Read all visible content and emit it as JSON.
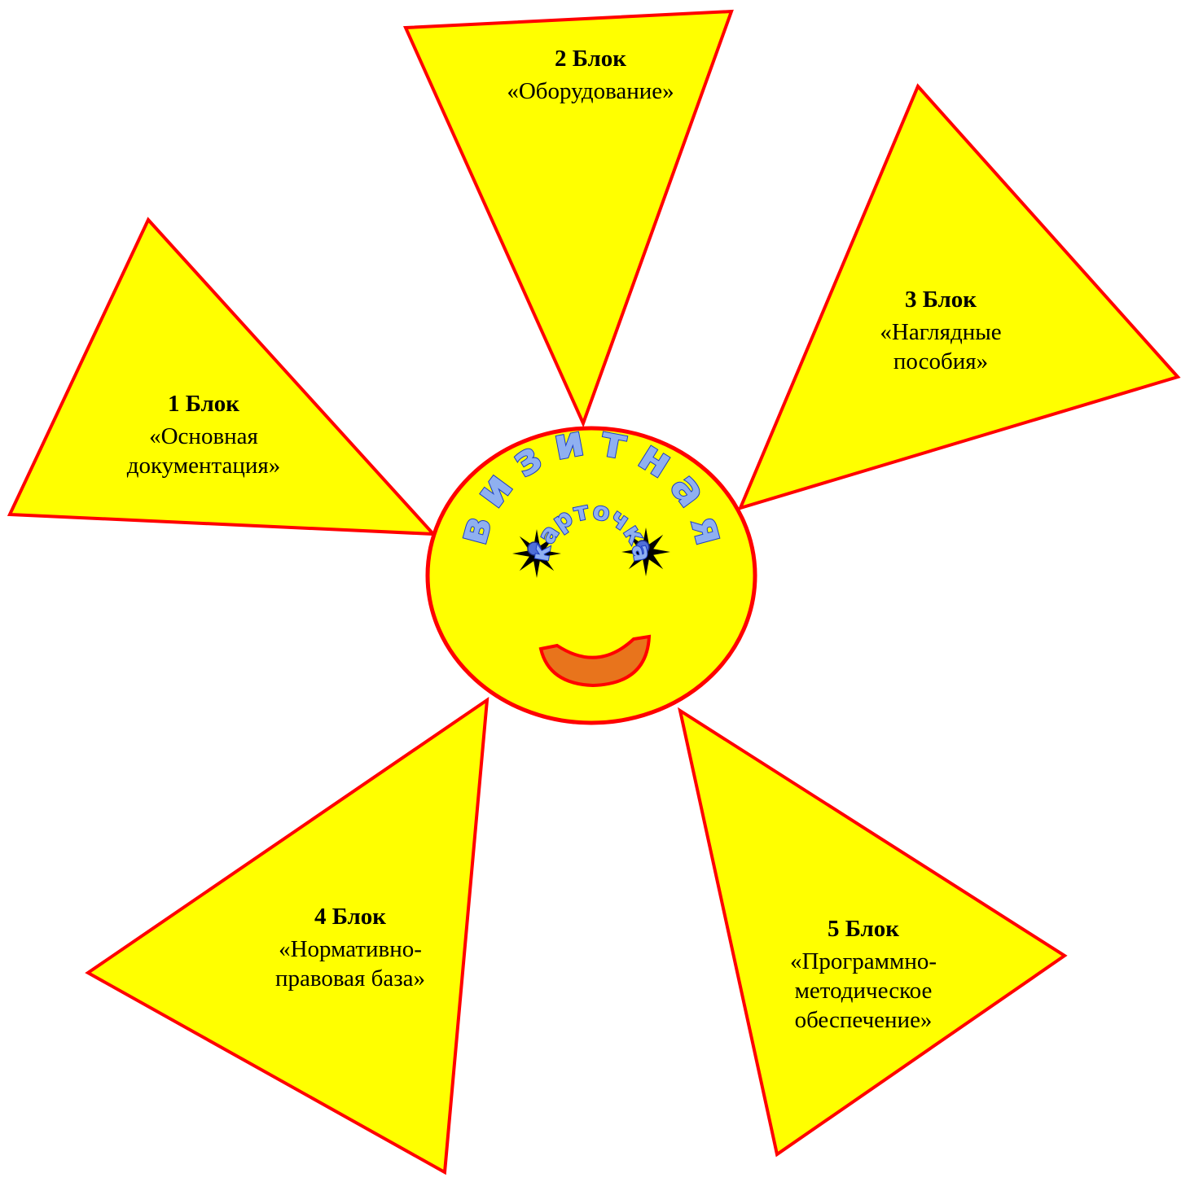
{
  "title": {
    "arc_word": "визитная",
    "sub_word": "карточка"
  },
  "blocks": [
    {
      "id": 1,
      "head": "1 Блок",
      "body": "«Основная\nдокументация»"
    },
    {
      "id": 2,
      "head": "2 Блок",
      "body": "«Оборудование»"
    },
    {
      "id": 3,
      "head": "3 Блок",
      "body": "«Наглядные\nпособия»"
    },
    {
      "id": 4,
      "head": "4 Блок",
      "body": "«Нормативно-\nправовая база»"
    },
    {
      "id": 5,
      "head": "5 Блок",
      "body": "«Программно-\nметодическое\nобеспечение»"
    }
  ],
  "colors": {
    "fill": "#ffff00",
    "outline": "#ff0000",
    "mouth": "#e8741c",
    "wordart_fill": "#8fb0f0",
    "wordart_outline": "#1c3cc4"
  }
}
